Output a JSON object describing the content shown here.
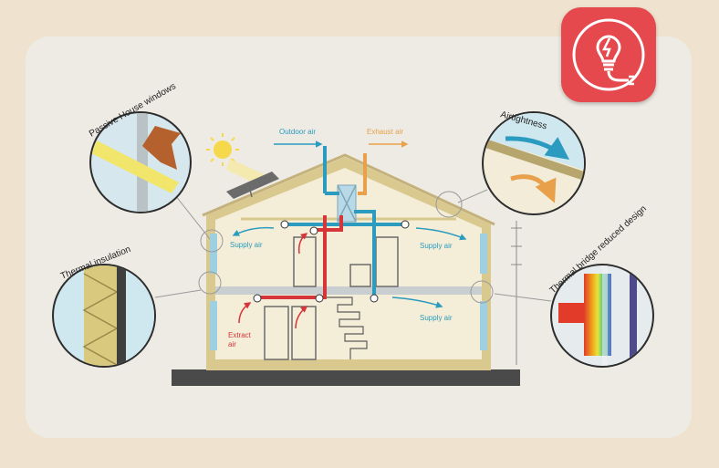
{
  "labels": {
    "outdoor_air": "Outdoor air",
    "exhaust_air": "Exhaust air",
    "supply_air_left": "Supply air",
    "supply_air_right_top": "Supply air",
    "supply_air_right_bottom": "Supply air",
    "extract_air_line1": "Extract",
    "extract_air_line2": "air"
  },
  "callouts": {
    "windows": "Passive House windows",
    "airtightness": "Airtightness",
    "insulation": "Thermal insulation",
    "thermal_bridge": "Thermal bridge reduced design"
  },
  "badge": {
    "icon": "lightbulb-plug-icon",
    "color": "#e5484d"
  },
  "colors": {
    "supply": "#2b9bbf",
    "extract": "#d6353a",
    "exhaust": "#e8a14a",
    "wall": "#d9c98f",
    "interior": "#f4edd7",
    "ground": "#4a4a4a"
  }
}
